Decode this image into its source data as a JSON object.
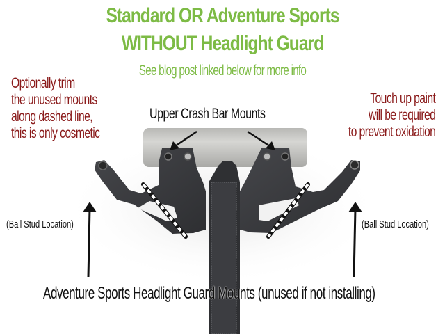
{
  "header": {
    "title_line1": "Standard OR Adventure Sports",
    "title_line2": "WITHOUT Headlight Guard",
    "subtitle": "See blog post linked below for more info"
  },
  "annotations": {
    "left_note": [
      "Optionally trim",
      "the unused mounts",
      "along dashed line,",
      "this is only cosmetic"
    ],
    "right_note": [
      "Touch up paint",
      "will be required",
      "to prevent oxidation"
    ],
    "upper_mounts_label": "Upper Crash Bar Mounts",
    "ball_stud_left": "(Ball Stud Location)",
    "ball_stud_right": "(Ball Stud Location)",
    "bottom_label": "Adventure Sports Headlight Guard Mounts (unused if not installing)"
  },
  "colors": {
    "title_green": "#7dbb45",
    "note_red": "#8a1a1a",
    "label_black": "#111111",
    "part_dark": "#3a3b3e",
    "bar_gray": "#c9c9c6",
    "background": "#ffffff"
  }
}
